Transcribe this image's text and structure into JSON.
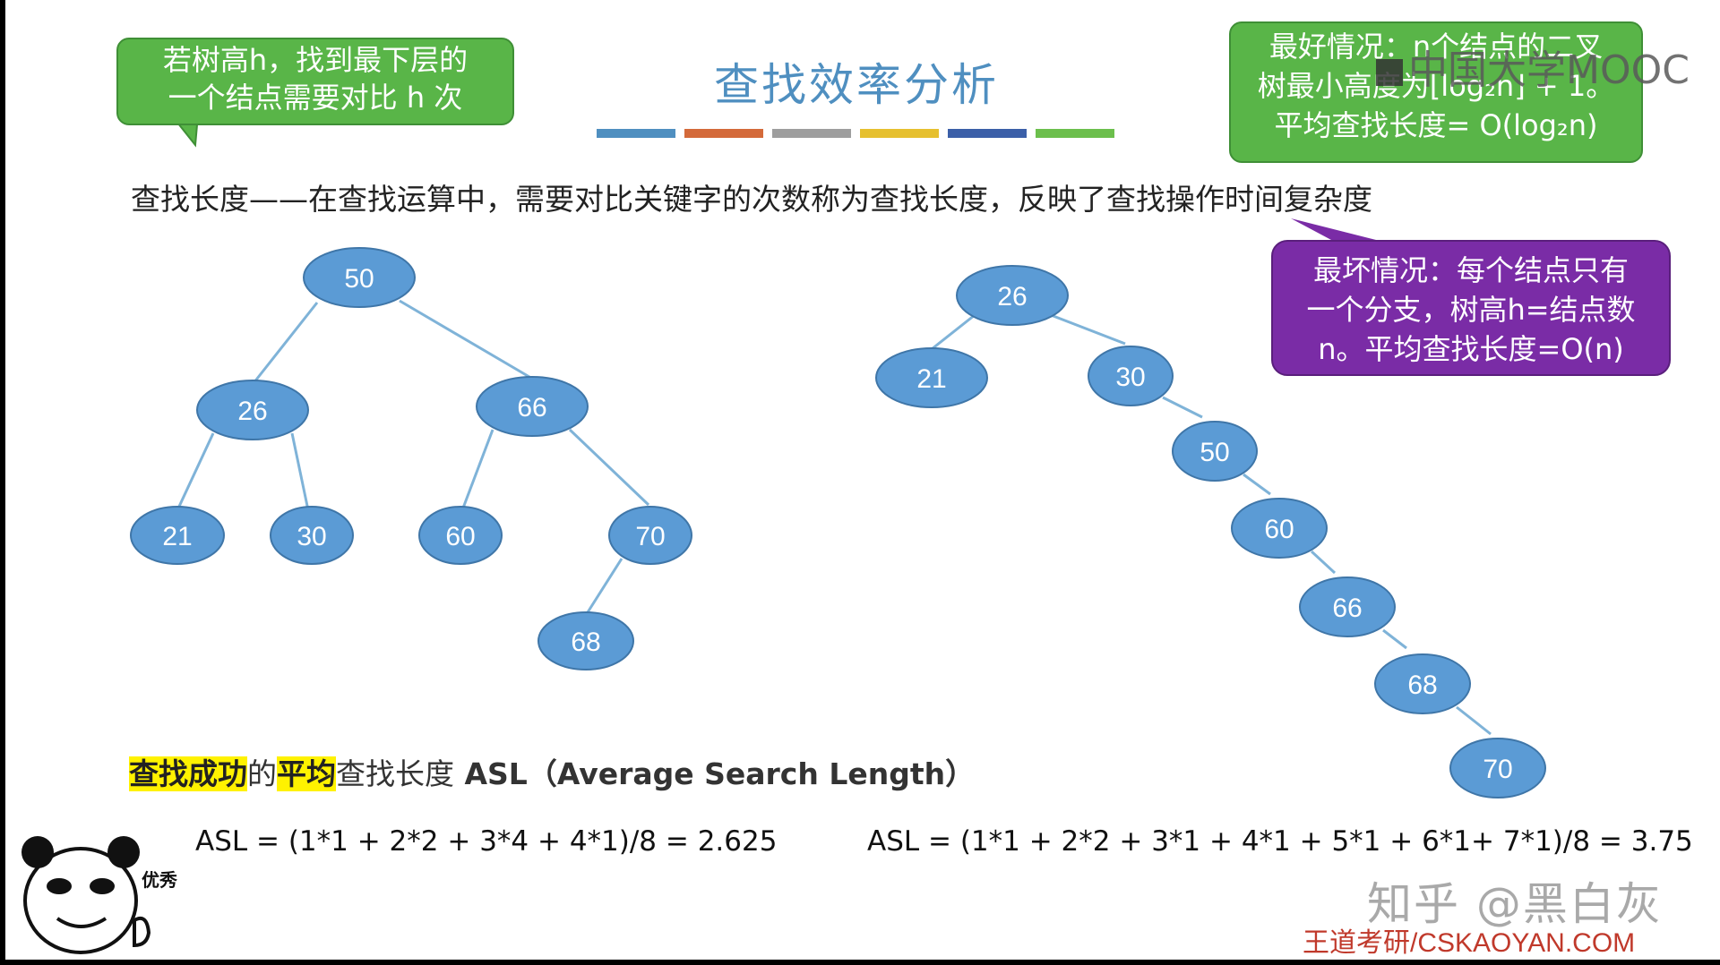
{
  "title": "查找效率分析",
  "title_color": "#4f8fc0",
  "color_bar": [
    "#4f8fc0",
    "#d46a3a",
    "#9e9e9e",
    "#e6c02f",
    "#3b5fa8",
    "#6cbf4c"
  ],
  "definition": "查找长度——在查找运算中，需要对比关键字的次数称为查找长度，反映了查找操作时间复杂度",
  "callouts": {
    "left": {
      "line1": "若树高h，找到最下层的",
      "line2": "一个结点需要对比 h 次"
    },
    "right": {
      "line1": "最好情况：n个结点的二叉",
      "line2_prefix": "树最小高度为",
      "line2_formula": "⌊log₂n⌋ + 1。",
      "line3": "平均查找长度= O(log₂n)"
    },
    "purple": {
      "line1": "最坏情况：每个结点只有",
      "line2": "一个分支，树高h=结点数",
      "line3": "n。平均查找长度=O(n)"
    }
  },
  "mooc_logo": "中国大学MOOC",
  "tree_balanced": {
    "nodes": [
      "50",
      "26",
      "66",
      "21",
      "30",
      "60",
      "70",
      "68"
    ]
  },
  "tree_skewed": {
    "nodes": [
      "26",
      "21",
      "30",
      "50",
      "60",
      "66",
      "68",
      "70"
    ]
  },
  "node_color": "#5b9bd5",
  "asl_heading": {
    "part1": "查找成功",
    "part2": "的",
    "part3": "平均",
    "part4": "查找长度",
    "part5": " ASL",
    "part6": "（Average Search Length）"
  },
  "asl_formula_balanced": "ASL = (1*1 + 2*2 + 3*4 + 4*1)/8 = 2.625",
  "asl_formula_skewed": "ASL = (1*1 + 2*2 + 3*1 + 4*1 + 5*1 + 6*1+  7*1)/8 = 3.75",
  "panda_label": "优秀",
  "watermark": "知乎 @黑白灰",
  "footer": "王道考研/CSKAOYAN.COM"
}
